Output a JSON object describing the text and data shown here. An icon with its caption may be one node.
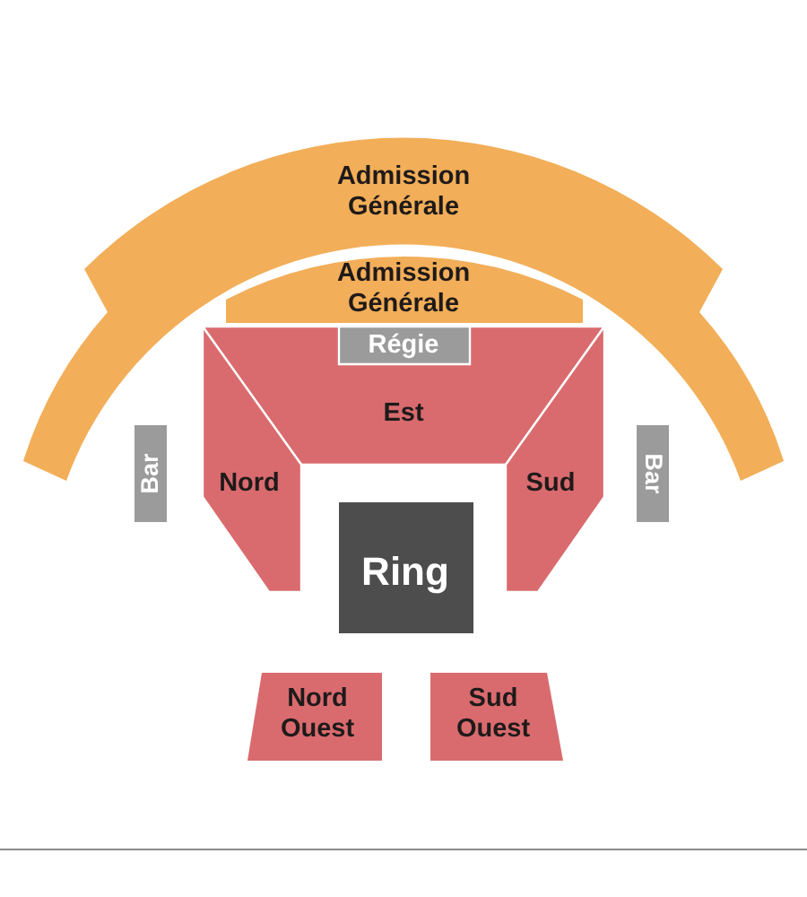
{
  "diagram": {
    "nodes": [
      {
        "text": [
          "Admission Générale"
        ]
      },
      {
        "text": [
          "Admission Générale"
        ]
      },
      {
        "text": [
          "Est"
        ]
      },
      {
        "text": [
          "Régie"
        ],
        "in": 2
      },
      {
        "text": [
          "Bar"
        ]
      },
      {
        "text": [
          "Nord"
        ]
      },
      {
        "text": [
          "Sud"
        ]
      },
      {
        "text": [
          "Bar"
        ]
      },
      {
        "text": [
          "Ring"
        ]
      },
      {
        "text": [
          "Nord Ouest"
        ]
      },
      {
        "text": [
          "Sud Ouest"
        ]
      }
    ]
  }
}
